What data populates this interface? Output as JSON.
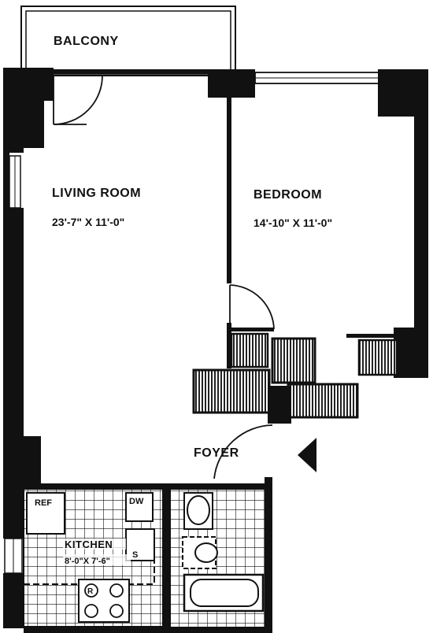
{
  "rooms": {
    "balcony": {
      "label": "BALCONY"
    },
    "living_room": {
      "label": "LIVING ROOM",
      "dimensions": "23'-7\" X 11'-0\""
    },
    "bedroom": {
      "label": "BEDROOM",
      "dimensions": "14'-10\" X 11'-0\""
    },
    "foyer": {
      "label": "FOYER"
    },
    "kitchen": {
      "label": "KITCHEN",
      "dimensions": "8'-0\"X 7'-6\""
    }
  },
  "fixtures": {
    "refrigerator": "REF",
    "dishwasher": "DW",
    "sink": "S",
    "range": "R"
  },
  "colors": {
    "wall": "#111111",
    "paper": "#ffffff",
    "hatch": "#222222"
  }
}
